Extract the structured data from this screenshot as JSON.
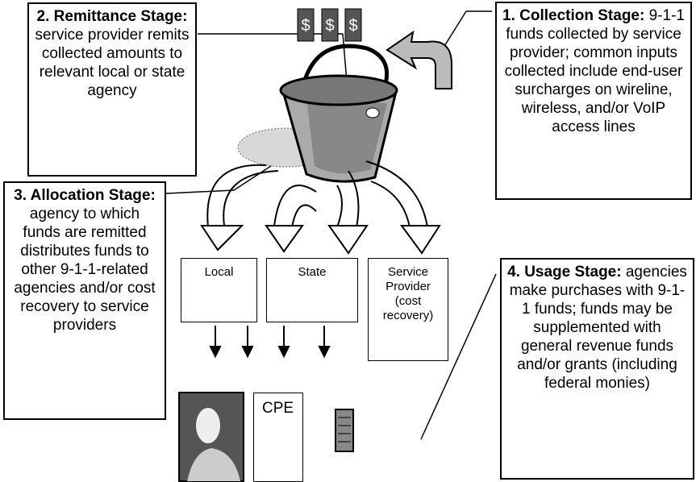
{
  "stages": {
    "collection": {
      "title": "1. Collection Stage",
      "colon": ":",
      "text": "9-1-1 funds collected by service provider; common inputs collected include end-user surcharges on wireline, wireless, and/or VoIP access lines"
    },
    "remittance": {
      "title": "2. Remittance Stage:",
      "text": "service provider remits collected amounts to relevant local or state agency"
    },
    "allocation": {
      "title": "3.  Allocation Stage:",
      "text": "agency to which funds are remitted distributes funds to other 9-1-1-related agencies and/or cost recovery to service providers"
    },
    "usage": {
      "title": "4. Usage Stage:",
      "text": "agencies make purchases with 9-1-1 funds; funds may be supplemented with general revenue funds and/or grants (including federal monies)"
    }
  },
  "recipients": {
    "local": "Local",
    "state": "State",
    "service_provider": "Service Provider (cost recovery)"
  },
  "purchases": {
    "cpe": "CPE"
  },
  "icons": [
    "dollar-bill-icon",
    "bucket-icon",
    "curved-arrow-icon",
    "person-icon",
    "server-icon"
  ]
}
